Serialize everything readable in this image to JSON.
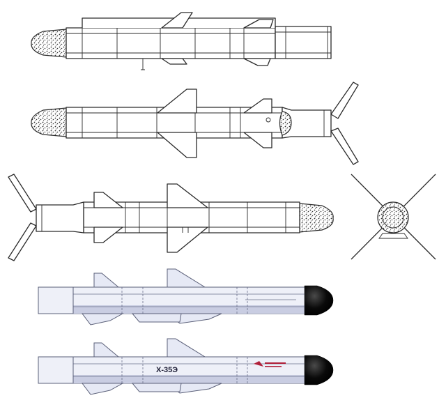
{
  "figure": {
    "views": [
      {
        "id": "top-line-view",
        "style": "line-drawing"
      },
      {
        "id": "side-line-view",
        "style": "line-drawing"
      },
      {
        "id": "bottom-line-view-reversed",
        "style": "line-drawing"
      },
      {
        "id": "rear-end-view",
        "style": "line-drawing"
      },
      {
        "id": "colored-side-view-1",
        "style": "colored"
      },
      {
        "id": "colored-side-view-2",
        "style": "colored"
      }
    ],
    "markings": {
      "designation": "X-35Э"
    },
    "colors": {
      "line": "#2a2a2a",
      "body_fill": "#eef0f8",
      "body_shade": "#c9cde2",
      "nose_cone": "#000000",
      "logo": "#b0203a"
    }
  }
}
